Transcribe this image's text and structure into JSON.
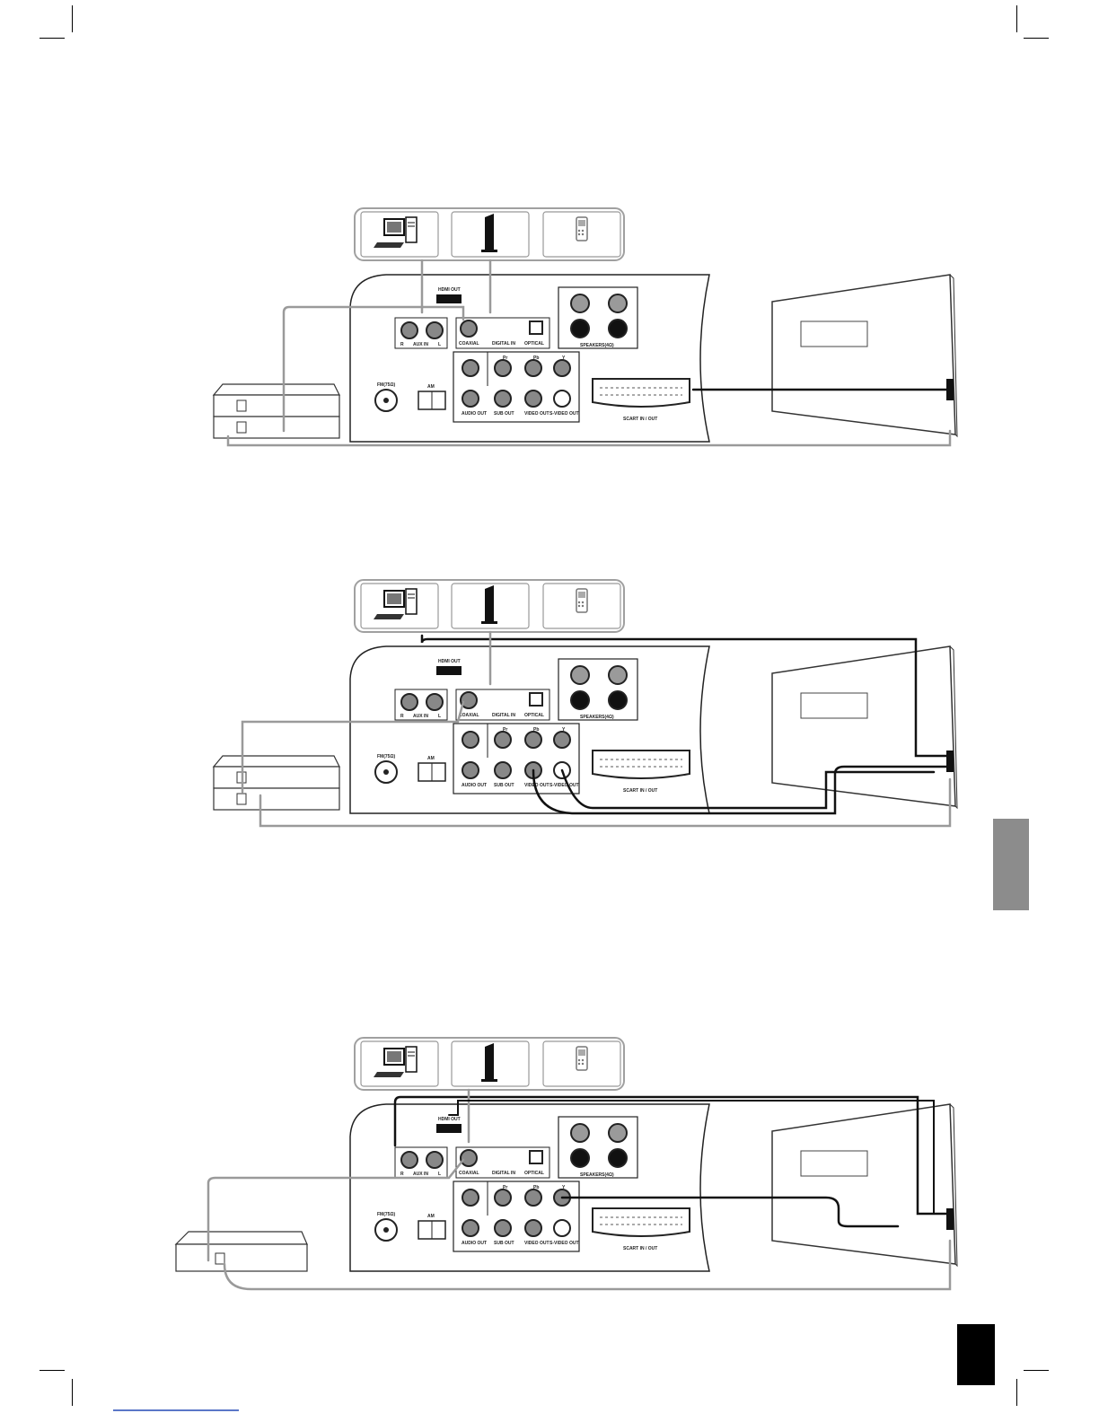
{
  "labels": {
    "hdmi_out": "HDMI OUT",
    "aux_r": "R",
    "aux_in": "AUX IN",
    "aux_l": "L",
    "coaxial": "COAXIAL",
    "digital_in": "DIGITAL IN",
    "optical": "OPTICAL",
    "speakers": "SPEAKERS(4Ω)",
    "pr": "Pr",
    "pb": "Pb",
    "y": "Y",
    "audio_out": "AUDIO OUT",
    "sub_out": "SUB OUT",
    "video_out": "VIDEO OUT",
    "svideo_out": "S-VIDEO OUT",
    "scart": "SCART IN / OUT",
    "fm": "FM(75Ω)",
    "am": "AM"
  },
  "colors": {
    "cable_dark": "#111111",
    "cable_grey": "#9a9a9a",
    "side_tab": "#8c8c8c"
  },
  "icons": [
    "computer-icon",
    "speaker-tower-icon",
    "mp3-player-icon"
  ]
}
